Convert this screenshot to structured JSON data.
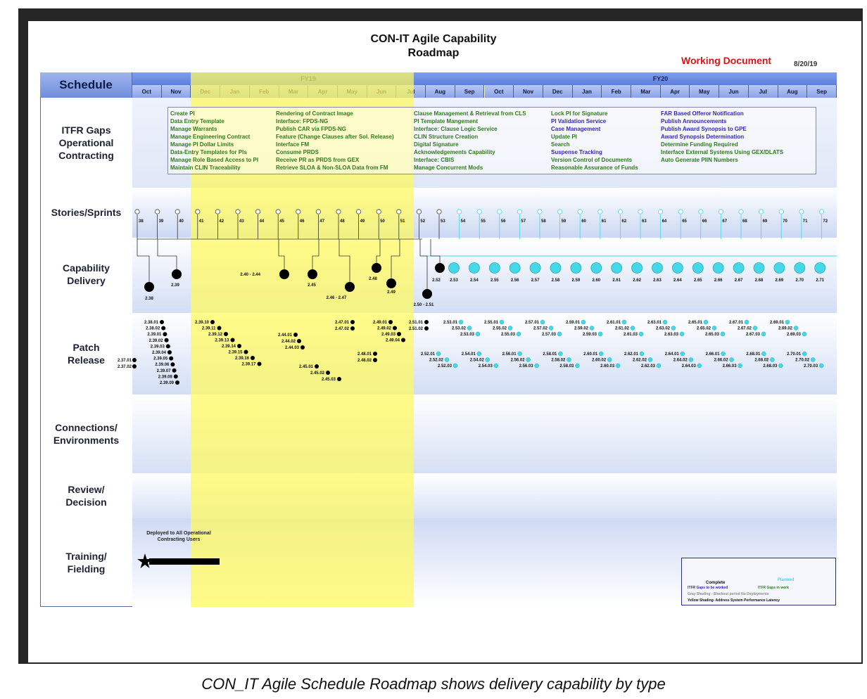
{
  "header": {
    "title_line1": "CON-IT Agile Capability",
    "title_line2": "Roadmap",
    "working": "Working Document",
    "date": "8/20/19"
  },
  "caption": "CON_IT Agile Schedule Roadmap shows delivery capability by type",
  "schedule_label": "Schedule",
  "fy": [
    "FY19",
    "FY20"
  ],
  "months": [
    "Oct",
    "Nov",
    "Dec",
    "Jan",
    "Feb",
    "Mar",
    "Apr",
    "May",
    "Jun",
    "Jul",
    "Aug",
    "Sep",
    "Oct",
    "Nov",
    "Dec",
    "Jan",
    "Feb",
    "Mar",
    "Apr",
    "May",
    "Jun",
    "Jul",
    "Aug",
    "Sep"
  ],
  "rows": [
    "ITFR Gaps Operational Contracting",
    "Stories/Sprints",
    "Capability Delivery",
    "Patch Release",
    "Connections/ Environments",
    "Review/ Decision",
    "Training/ Fielding"
  ],
  "gaps": {
    "col1": [
      "Create PI",
      "Data Entry Template",
      "Manage Warrants",
      "Manage Engineering Contract",
      "Manage PI Dollar Limits",
      "Data-Entry Templates for PIs",
      "Manage Role Based Access to PI",
      "Maintain CLIN Traceability"
    ],
    "col2": [
      "Rendering of Contract Image",
      "Interface: FPDS-NG",
      "Publish CAR via FPDS-NG",
      "Feature (Change Clauses after Sol. Release)",
      "Interface FM",
      "Consume PRDS",
      "Receive PR as PRDS from GEX",
      "Retrieve SLOA & Non-SLOA Data from FM"
    ],
    "col3": [
      "Clause Management & Retrieval from CLS",
      "PI Template Mangement",
      "Interface: Clause Logic Service",
      "CLIN Structure Creation",
      "Digital Signature",
      "Acknowledgements Capability",
      "Interface: CBIS",
      "Manage Concurrent Mods"
    ],
    "col4": [
      "Lock PI for Signature",
      "PI Validation Service",
      "Case Management",
      "Update PI",
      "Search",
      "Suspense Tracking",
      "Version Control of Documents",
      "Reasonable Assurance of Funds"
    ],
    "col5": [
      "FAR Based Offeror Notification",
      "Publish Announcements",
      "Publish Award Synopsis to GPE",
      "Award Synopsis Determination",
      "Determine Funding Required",
      "Interface External Systems Using GEX/DLATS",
      "Auto Generate PIIN Numbers"
    ]
  },
  "sprints": [
    "38",
    "39",
    "40",
    "41",
    "42",
    "43",
    "44",
    "45",
    "46",
    "47",
    "48",
    "49",
    "50",
    "51",
    "52",
    "53",
    "54",
    "55",
    "56",
    "57",
    "58",
    "59",
    "60",
    "61",
    "62",
    "63",
    "64",
    "65",
    "66",
    "67",
    "68",
    "69",
    "70",
    "71",
    "72"
  ],
  "deliveries_complete": [
    "2.38",
    "2.39",
    "2.40 - 2.44",
    "2.45",
    "2.46 - 2.47",
    "2.48",
    "2.49",
    "2.50 - 2.51",
    "2.52"
  ],
  "deliveries_planned": [
    "2.53",
    "2.54",
    "2.55",
    "2.56",
    "2.57",
    "2.58",
    "2.59",
    "2.60",
    "2.61",
    "2.62",
    "2.63",
    "2.64",
    "2.65",
    "2.66",
    "2.67",
    "2.68",
    "2.69",
    "2.70",
    "2.71"
  ],
  "patches_complete": {
    "g1": [
      "2.38.01",
      "2.38.02",
      "2.39.01",
      "2.39.02",
      "2.39.03",
      "2.39.04",
      "2.39.05",
      "2.39.06",
      "2.39.07",
      "2.39.08",
      "2.39.09"
    ],
    "g0": [
      "2.37.01",
      "2.37.02"
    ],
    "g2": [
      "2.39.10",
      "2.39.11",
      "2.39.12",
      "2.39.13",
      "2.39.14",
      "2.39.15",
      "2.39.16",
      "2.39.17"
    ],
    "g3": [
      "2.44.01",
      "2.44.02",
      "2.44.03"
    ],
    "g4": [
      "2.45.01",
      "2.45.02",
      "2.45.03"
    ],
    "g5": [
      "2.47.01",
      "2.47.02"
    ],
    "g6": [
      "2.48.01",
      "2.48.02"
    ],
    "g7": [
      "2.49.01",
      "2.49.02",
      "2.49.03",
      "2.49.04"
    ],
    "g8": [
      "2.51.01",
      "2.51.02"
    ]
  },
  "patches_planned_top": [
    "2.53.01",
    "2.53.02",
    "2.53.03",
    "2.55.01",
    "2.55.02",
    "2.55.03",
    "2.57.01",
    "2.57.02",
    "2.57.03",
    "2.59.01",
    "2.59.02",
    "2.59.03",
    "2.61.01",
    "2.61.02",
    "2.61.03",
    "2.63.01",
    "2.63.02",
    "2.63.03",
    "2.65.01",
    "2.65.02",
    "2.65.03",
    "2.67.01",
    "2.67.02",
    "2.67.03",
    "2.69.01",
    "2.69.02",
    "2.69.03"
  ],
  "patches_planned_bottom": [
    "2.52.01",
    "2.52.02",
    "2.52.03",
    "2.54.01",
    "2.54.02",
    "2.54.03",
    "2.56.01",
    "2.56.02",
    "2.56.03",
    "2.58.01",
    "2.58.02",
    "2.58.03",
    "2.60.01",
    "2.60.02",
    "2.60.03",
    "2.62.01",
    "2.62.02",
    "2.62.03",
    "2.64.01",
    "2.64.02",
    "2.64.03",
    "2.66.01",
    "2.66.02",
    "2.66.03",
    "2.68.01",
    "2.68.02",
    "2.68.03",
    "2.70.01",
    "2.70.02",
    "2.70.03"
  ],
  "training": {
    "note": "Deployed to All Operational Contracting Users"
  },
  "legend": {
    "complete": "Complete",
    "planned": "Planned",
    "itfr_worked": "ITFR Gaps to be worked",
    "itfr_work": "ITFR Gaps in work",
    "gray": "Gray Shading - Blackout period No Deployments",
    "yellow": "Yellow Shading- Address System Performance Latency"
  },
  "colors": {
    "planned": "#44d8e8",
    "complete": "#000000",
    "yellow": "#fff85a",
    "header": "#6f8fdc"
  }
}
